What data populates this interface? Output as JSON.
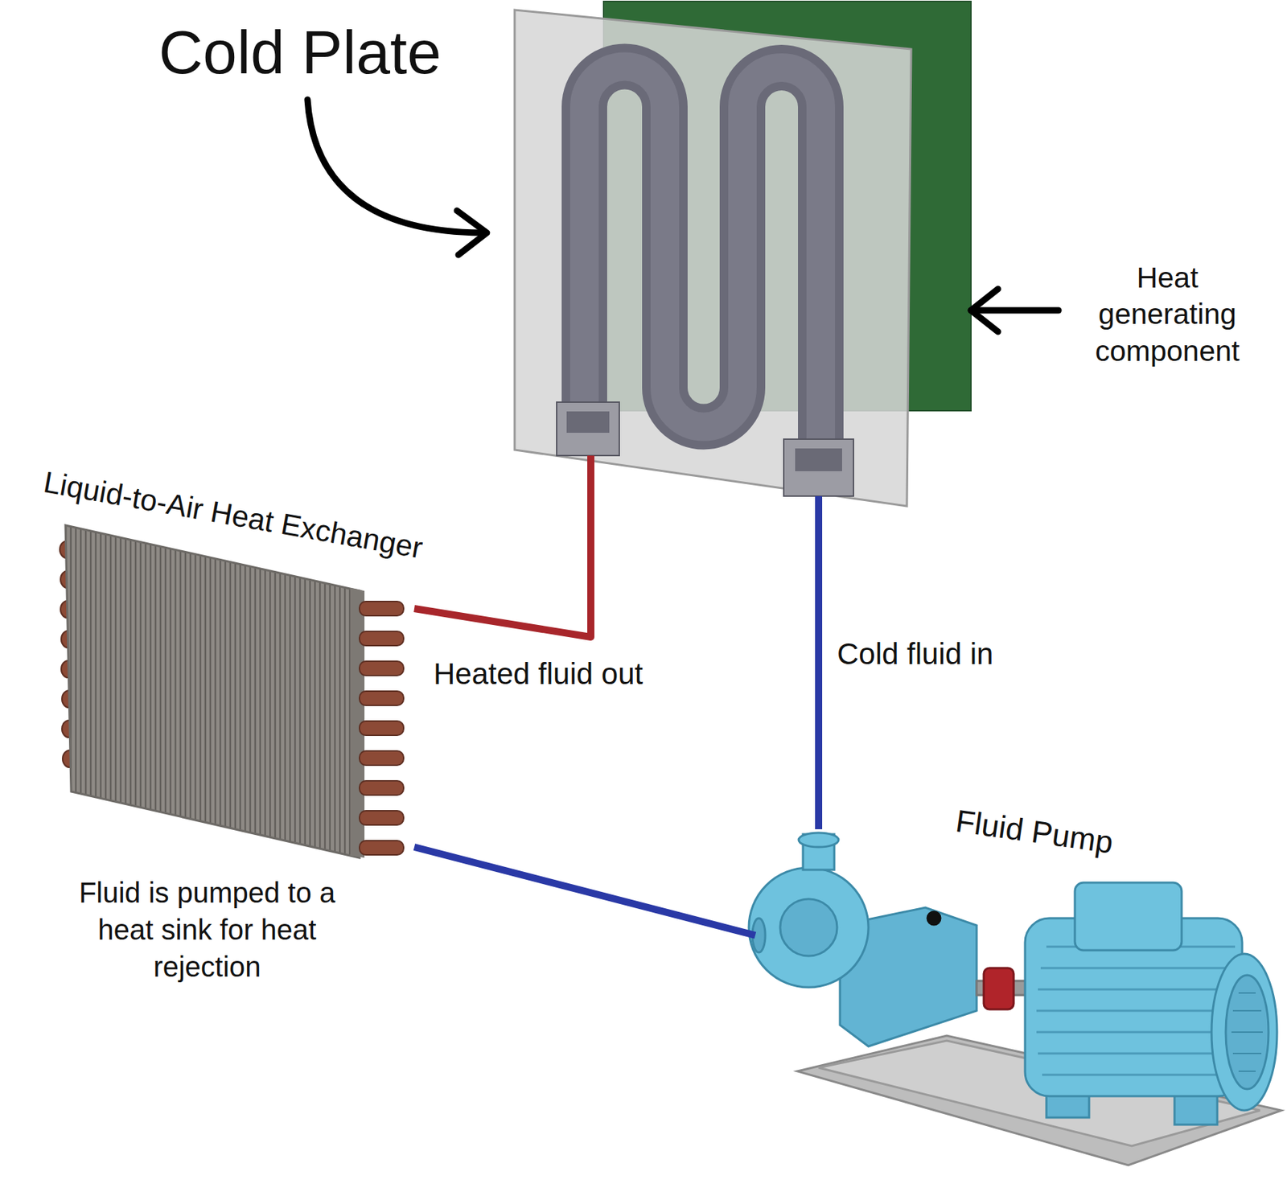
{
  "diagram": {
    "nodes": [
      {
        "text": [
          "Cold Plate"
        ]
      },
      {
        "text": [
          "Heat generating component"
        ]
      },
      {
        "text": [
          "Liquid-to-Air Heat Exchanger"
        ]
      },
      {
        "text": [
          "Fluid Pump"
        ]
      }
    ],
    "edges": [
      {
        "from": 0,
        "to": 2,
        "arrow": "none",
        "label": "Heated fluid out"
      },
      {
        "from": 2,
        "to": 3,
        "arrow": "none"
      },
      {
        "from": 3,
        "to": 0,
        "arrow": "none",
        "label": "Cold fluid in"
      }
    ],
    "labels": [
      "Fluid is pumped to a heat sink for heat rejection"
    ]
  }
}
